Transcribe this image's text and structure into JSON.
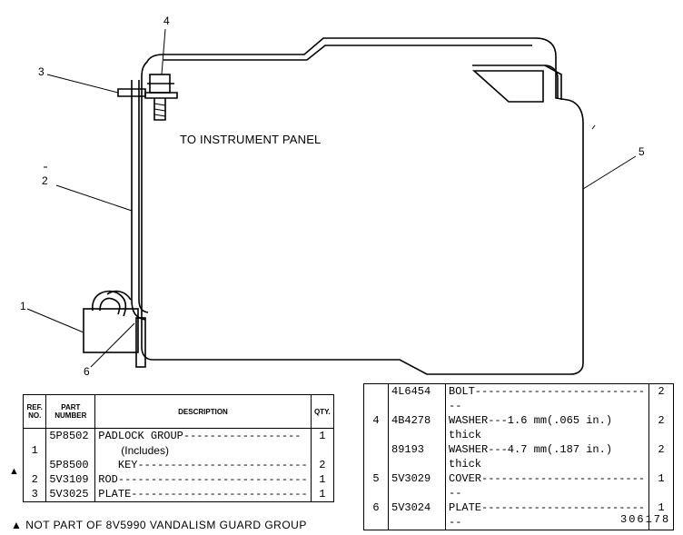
{
  "diagram": {
    "panel_label": "TO INSTRUMENT PANEL",
    "callouts": [
      "1",
      "2",
      "3",
      "4",
      "5",
      "6"
    ]
  },
  "table_left": {
    "headers": {
      "ref": "REF. NO.",
      "part": "PART NUMBER",
      "desc": "DESCRIPTION",
      "qty": "QTY."
    },
    "rows": [
      {
        "ref": "",
        "part": "5P8502",
        "desc": "PADLOCK GROUP------------------",
        "qty": "1"
      },
      {
        "ref": "1",
        "part": "",
        "desc": "(Includes)",
        "qty": ""
      },
      {
        "ref": "",
        "part": "5P8500",
        "desc": "   KEY--------------------------",
        "qty": "2"
      },
      {
        "ref": "2",
        "part": "5V3109",
        "desc": "ROD-----------------------------",
        "qty": "1"
      },
      {
        "ref": "3",
        "part": "5V3025",
        "desc": "PLATE---------------------------",
        "qty": "1"
      }
    ],
    "marker": "▲"
  },
  "table_right": {
    "rows": [
      {
        "ref": "",
        "part": "4L6454",
        "desc": "BOLT----------------------------",
        "qty": "2"
      },
      {
        "ref": "4",
        "part": "4B4278",
        "desc": "WASHER---1.6 mm(.065 in.) thick",
        "qty": "2"
      },
      {
        "ref": "",
        "part": "89193",
        "desc": "WASHER---4.7 mm(.187 in.) thick",
        "qty": "2"
      },
      {
        "ref": "5",
        "part": "5V3029",
        "desc": "COVER---------------------------",
        "qty": "1"
      },
      {
        "ref": "6",
        "part": "5V3024",
        "desc": "PLATE---------------------------",
        "qty": "1"
      }
    ]
  },
  "footnote": "▲ NOT PART OF 8V5990 VANDALISM GUARD GROUP",
  "figure_number": "306178"
}
